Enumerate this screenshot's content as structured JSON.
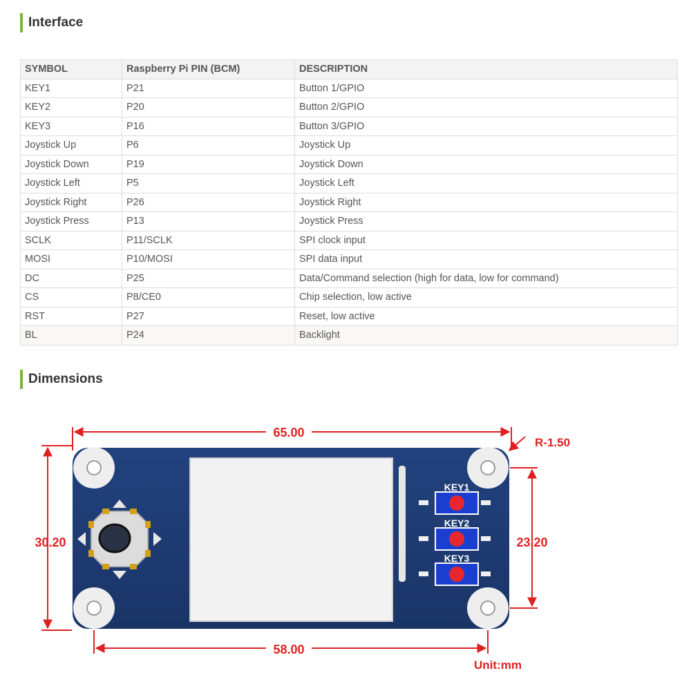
{
  "interface": {
    "title": "Interface",
    "table": {
      "headers": [
        "SYMBOL",
        "Raspberry Pi PIN (BCM)",
        "DESCRIPTION"
      ],
      "rows": [
        [
          "KEY1",
          "P21",
          "Button 1/GPIO"
        ],
        [
          "KEY2",
          "P20",
          "Button 2/GPIO"
        ],
        [
          "KEY3",
          "P16",
          "Button 3/GPIO"
        ],
        [
          "Joystick Up",
          "P6",
          "Joystick Up"
        ],
        [
          "Joystick Down",
          "P19",
          "Joystick Down"
        ],
        [
          "Joystick Left",
          "P5",
          "Joystick Left"
        ],
        [
          "Joystick Right",
          "P26",
          "Joystick Right"
        ],
        [
          "Joystick Press",
          "P13",
          "Joystick Press"
        ],
        [
          "SCLK",
          "P11/SCLK",
          "SPI clock input"
        ],
        [
          "MOSI",
          "P10/MOSI",
          "SPI data input"
        ],
        [
          "DC",
          "P25",
          "Data/Command selection (high for data, low for command)"
        ],
        [
          "CS",
          "P8/CE0",
          "Chip selection, low active"
        ],
        [
          "RST",
          "P27",
          "Reset, low active"
        ],
        [
          "BL",
          "P24",
          "Backlight"
        ]
      ]
    }
  },
  "dimensions": {
    "title": "Dimensions",
    "width_label": "65.00",
    "height_label": "30.20",
    "hole_spacing_v_label": "23.20",
    "hole_spacing_h_label": "58.00",
    "radius_label": "R-1.50",
    "unit_label": "Unit:mm",
    "keys": [
      "KEY1",
      "KEY2",
      "KEY3"
    ]
  },
  "colors": {
    "accent": "#7cb342",
    "board": "#1f3b73",
    "dimension": "#e02020"
  }
}
